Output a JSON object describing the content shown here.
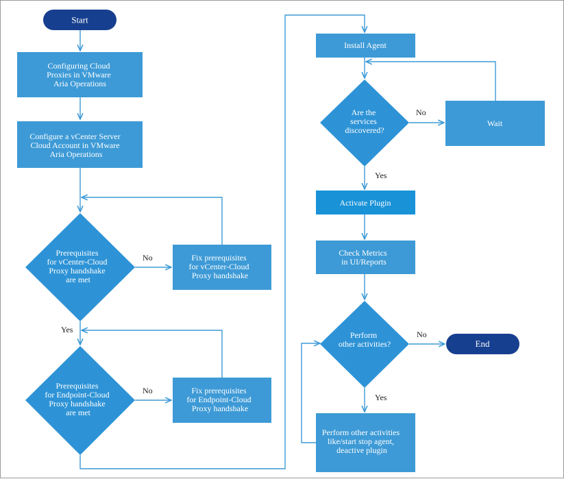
{
  "colors": {
    "process": "#3d9ad6",
    "process_alt": "#1992d8",
    "decision": "#2e93d6",
    "terminal": "#173f8f",
    "connector": "#3d9ad6",
    "label_text": "#1a1a1a"
  },
  "nodes": {
    "start": "Start",
    "configure_proxies": [
      "Configuring Cloud",
      "Proxies in VMware",
      "Aria Operations"
    ],
    "configure_vcenter": [
      "Configure a vCenter Server",
      "Cloud Account in VMware",
      "Aria Operations"
    ],
    "prereq_vcenter": [
      "Prerequisites",
      "for vCenter-Cloud",
      "Proxy handshake",
      "are met"
    ],
    "fix_vcenter": [
      "Fix prerequisites",
      "for vCenter-Cloud",
      "Proxy handshake"
    ],
    "prereq_endpoint": [
      "Prerequisites",
      "for Endpoint-Cloud",
      "Proxy handshake",
      "are met"
    ],
    "fix_endpoint": [
      "Fix prerequisites",
      "for Endpoint-Cloud",
      "Proxy handshake"
    ],
    "install_agent": "Install Agent",
    "services_discovered": [
      "Are the",
      "services",
      "discovered?"
    ],
    "wait": "Wait",
    "activate_plugin": "Activate Plugin",
    "check_metrics": [
      "Check Metrics",
      "in UI/Reports"
    ],
    "perform_other": [
      "Perform",
      "other activities?"
    ],
    "end": "End",
    "other_activities": [
      "Perform other activities",
      "like/start stop agent,",
      "deactive plugin"
    ]
  },
  "edge_labels": {
    "no_vcenter": "No",
    "yes_vcenter": "Yes",
    "no_endpoint": "No",
    "no_services": "No",
    "yes_services": "Yes",
    "no_perform": "No",
    "yes_perform": "Yes"
  }
}
